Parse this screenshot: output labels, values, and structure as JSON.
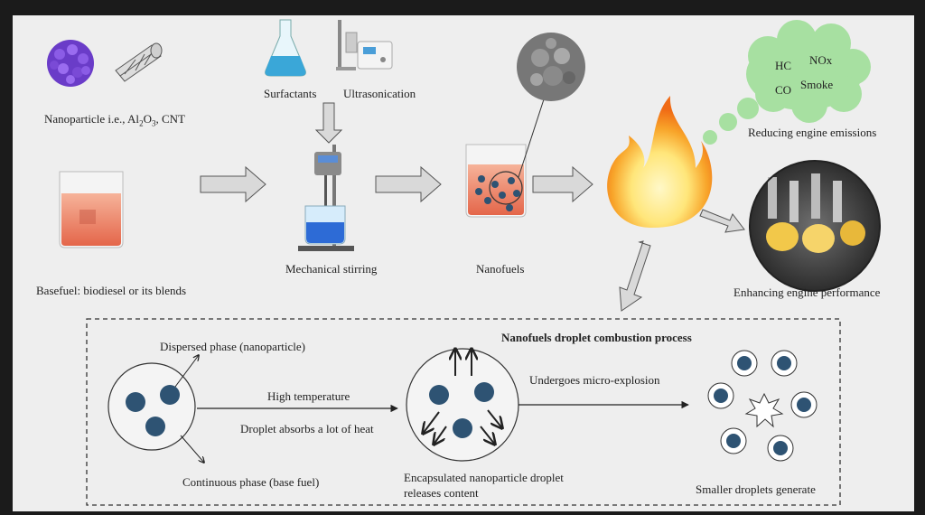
{
  "top": {
    "nanoparticle_label": "Nanoparticle i.e., Al",
    "nanoparticle_sub1": "2",
    "nanoparticle_mid": "O",
    "nanoparticle_sub2": "3",
    "nanoparticle_tail": ", CNT",
    "surfactants_label": "Surfactants",
    "ultrasonication_label": "Ultrasonication",
    "basefuel_label": "Basefuel: biodiesel or its blends",
    "stirring_label": "Mechanical stirring",
    "nanofuels_label": "Nanofuels",
    "emissions_label": "Reducing engine emissions",
    "performance_label": "Enhancing engine performance",
    "cloud": {
      "hc": "HC",
      "nox": "NOx",
      "co": "CO",
      "smoke": "Smoke"
    }
  },
  "process": {
    "title": "Nanofuels droplet combustion process",
    "dispersed_label": "Dispersed phase (nanoparticle)",
    "continuous_label": "Continuous phase (base fuel)",
    "high_temp_label": "High temperature",
    "absorbs_label": "Droplet absorbs a lot of heat",
    "micro_explosion_label": "Undergoes  micro-explosion",
    "encapsulated_line1": "Encapsulated nanoparticle droplet",
    "encapsulated_line2": "releases content",
    "smaller_label": "Smaller droplets generate"
  },
  "colors": {
    "background": "#eeeeee",
    "droplet_blue": "#2e5373",
    "fuel_orange": "#f08a6a",
    "cloud_green": "#a7e0a1",
    "flame_orange": "#f6821f",
    "flame_yellow": "#ffe67a",
    "arrow_gray": "#d9d9d9"
  }
}
